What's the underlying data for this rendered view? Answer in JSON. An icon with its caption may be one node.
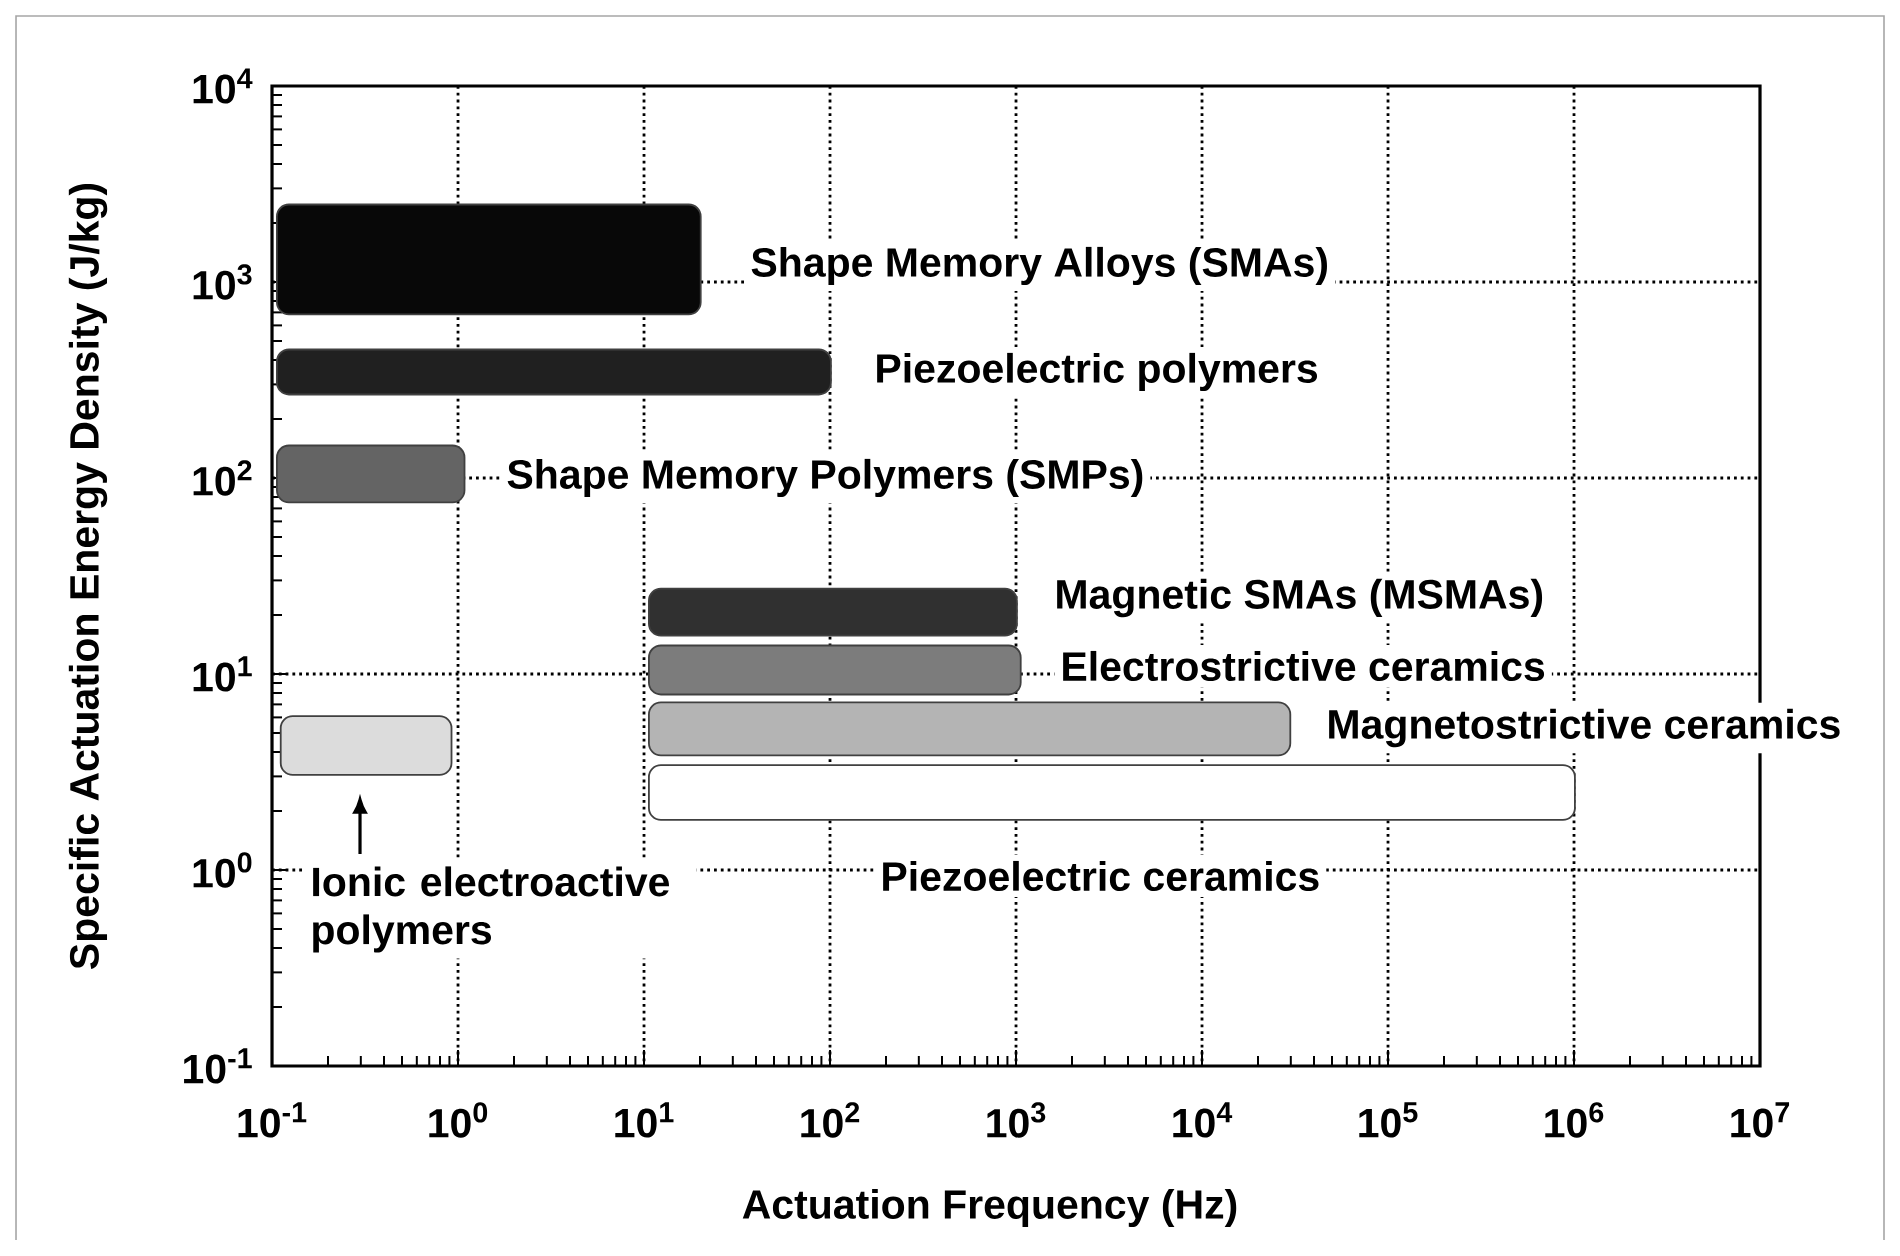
{
  "diagram": {
    "nodes": [
      {
        "text": [],
        "shape": "bar",
        "beside": [
          "Shape Memory Alloys (SMAs)"
        ]
      },
      {
        "text": [],
        "shape": "bar",
        "beside": [
          "Piezoelectric polymers"
        ]
      },
      {
        "text": [],
        "shape": "bar",
        "beside": [
          "Shape Memory Polymers (SMPs)"
        ]
      },
      {
        "text": [],
        "shape": "bar",
        "beside": [
          "Magnetic SMAs (MSMAs)"
        ]
      },
      {
        "text": [],
        "shape": "bar",
        "beside": [
          "Electrostrictive ceramics"
        ]
      },
      {
        "text": [],
        "shape": "bar",
        "beside": [
          "Magnetostrictive ceramics"
        ]
      },
      {
        "text": [],
        "shape": "bar"
      },
      {
        "text": [],
        "shape": "bar",
        "beside": [
          "Piezoelectric ceramics"
        ]
      },
      {
        "text": [
          "Ionic electroactive polymers"
        ]
      }
    ],
    "edges": [
      {
        "from": 8,
        "to": 6,
        "arrow": "to"
      }
    ],
    "labels": [
      "Specific Actuation Energy Density (J/kg)",
      "10$^{4}$",
      "10$^{3}$",
      "10$^{2}$",
      "10$^{1}$",
      "10$^{0}$",
      "10$^{-1}$",
      "10$^{-1}$",
      "10$^{0}$",
      "10$^{1}$",
      "10$^{2}$",
      "10$^{3}$",
      "10$^{4}$",
      "10$^{5}$",
      "10$^{6}$",
      "10$^{7}$",
      "Actuation Frequency (Hz)"
    ]
  }
}
